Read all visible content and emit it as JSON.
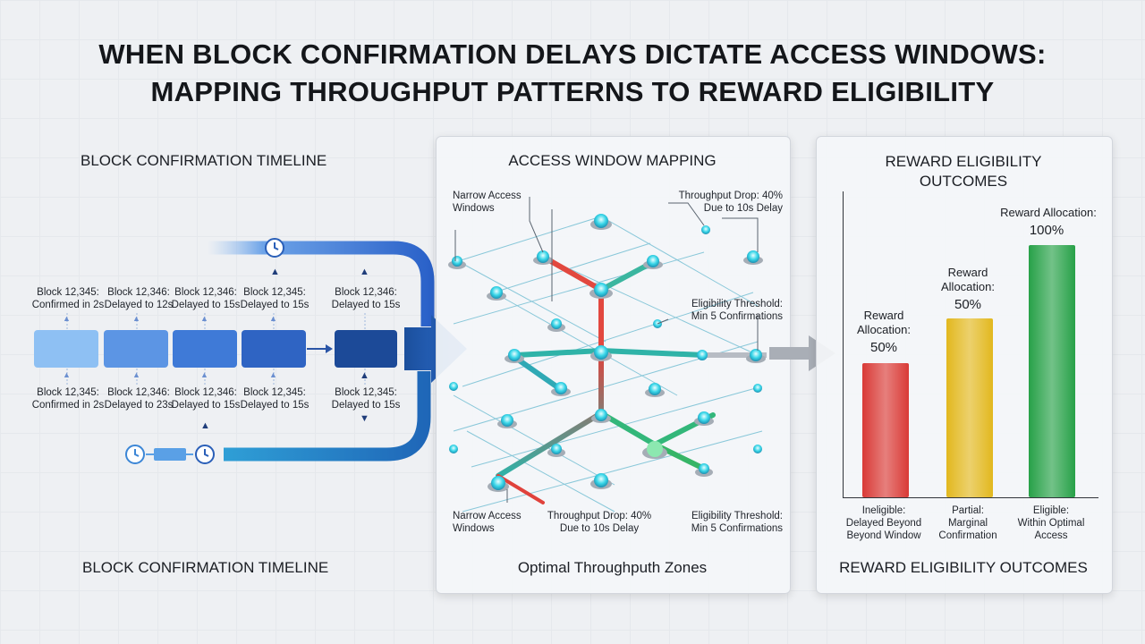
{
  "title": {
    "line1": "WHEN BLOCK CONFIRMATION DELAYS DICTATE ACCESS WINDOWS:",
    "line2": "MAPPING THROUGHPUT PATTERNS TO REWARD ELIGIBILITY"
  },
  "timeline": {
    "title_top": "BLOCK CONFIRMATION TIMELINE",
    "title_bottom": "BLOCK CONFIRMATION TIMELINE",
    "top_labels": [
      "Block 12,345:\nConfirmed in 2s",
      "Block 12,346:\nDelayed to 12s",
      "Block 12,346:\nDelayed to 15s",
      "Block 12,345:\nDelayed to 15s",
      "Block 12,346:\nDelayed to 15s"
    ],
    "bottom_labels": [
      "Block 12,345:\nConfirmed in 2s",
      "Block 12,346:\nDelayed to 23s",
      "Block 12,346:\nDelayed to 15s",
      "Block 12,345:\nDelayed to 15s",
      "Block 12,345:\nDelayed to 15s"
    ]
  },
  "mapping": {
    "title": "ACCESS WINDOW MAPPING",
    "footer": "Optimal Throughputh Zones",
    "labels": {
      "narrow_top": "Narrow Access\nWindows",
      "drop_top": "Throughput Drop: 40%\nDue to 10s Delay",
      "threshold_mid": "Eligibility Threshold:\nMin 5 Confirmations",
      "narrow_bottom": "Narrow Access\nWindows",
      "drop_bottom": "Throughput Drop: 40%\nDue to 10s Delay",
      "threshold_bottom": "Eligibility Threshold:\nMin 5 Confirmations"
    }
  },
  "rewards": {
    "title": "REWARD ELIGIBILITY\nOUTCOMES",
    "footer": "REWARD ELIGIBILITY OUTCOMES",
    "bars": [
      {
        "label": "Reward\nAllocation:",
        "value_text": "50%",
        "value": 50,
        "category": "Ineligible:\nDelayed Beyond\nBeyond Window",
        "color": "#d93a36"
      },
      {
        "label": "Reward\nAllocation:",
        "value_text": "50%",
        "value": 50,
        "category": "Partial:\nMarginal\nConfirmation",
        "color": "#e2b81e"
      },
      {
        "label": "Reward Allocation:",
        "value_text": "100%",
        "value": 100,
        "category": "Eligible:\nWithin Optimal\nAccess",
        "color": "#27a148"
      }
    ]
  }
}
